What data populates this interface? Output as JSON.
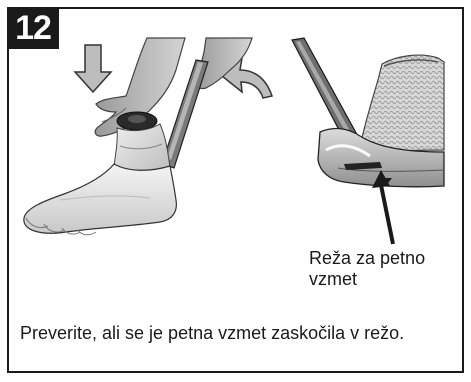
{
  "step": {
    "number": "12"
  },
  "illustration_left": {
    "icons": [
      "down-arrow-icon",
      "curved-arrow-icon"
    ]
  },
  "illustration_right": {
    "icons": [
      "pointer-arrow-icon"
    ]
  },
  "callout": {
    "text": "Reža za petno vzmet"
  },
  "caption": {
    "text": "Preverite, ali se je petna vzmet zaskočila v režo."
  }
}
